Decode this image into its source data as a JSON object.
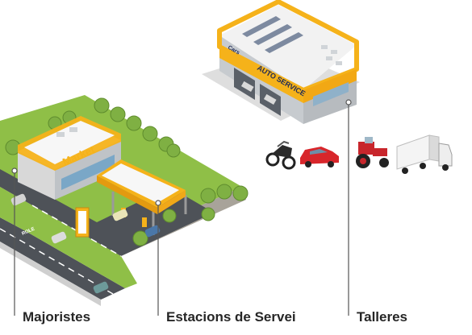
{
  "labels": {
    "wholesalers": "Majoristes",
    "service_stations": "Estacions de Servei",
    "workshops": "Talleres"
  },
  "signs": {
    "market": "Market",
    "auto_service": "AUTO SERVICE",
    "cars": "Cars",
    "road": "ROLE"
  },
  "colors": {
    "grass": "#8fbf47",
    "road": "#4e5258",
    "building_yellow": "#f5b21a",
    "roof": "#f2f2f2",
    "tree": "#7fb043",
    "leader_line": "#555555",
    "label_text": "#262626"
  },
  "icons": [
    "motorcycle-icon",
    "car-icon",
    "tractor-icon",
    "truck-icon"
  ]
}
